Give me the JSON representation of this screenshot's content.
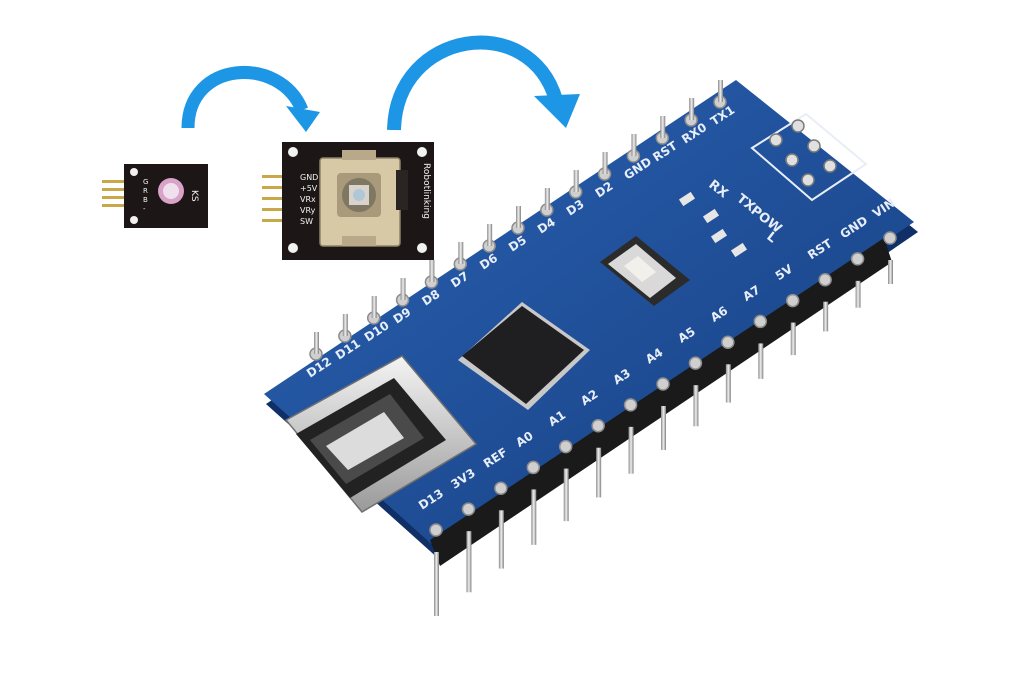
{
  "colors": {
    "arrow": "#1e96e6",
    "board_blue": "#1d4f9c",
    "board_blue_dark": "#173f80",
    "module_black": "#1c1716",
    "chip": "#1f1f22",
    "pin_metal": "#d9d9d9",
    "header_black": "#202020"
  },
  "icons": {
    "arrow_1": "curved-arrow-icon",
    "arrow_2": "curved-arrow-icon"
  },
  "led_module": {
    "label": "KS",
    "pin_labels": [
      "G",
      "R",
      "B",
      "-"
    ]
  },
  "joystick_module": {
    "brand": "Robotlinking",
    "pin_labels": [
      "GND",
      "+5V",
      "VRx",
      "VRy",
      "SW"
    ]
  },
  "nano_board": {
    "top_row_labels": [
      "TX1",
      "RX0",
      "RST",
      "GND",
      "D2",
      "D3",
      "D4",
      "D5",
      "D6",
      "D7",
      "D8",
      "D9",
      "D10",
      "D11",
      "D12"
    ],
    "bottom_row_labels": [
      "D13",
      "3V3",
      "REF",
      "A0",
      "A1",
      "A2",
      "A3",
      "A4",
      "A5",
      "A6",
      "A7",
      "5V",
      "RST",
      "GND",
      "VIN"
    ],
    "led_labels": [
      "RX",
      "TX",
      "POW",
      "L"
    ]
  }
}
